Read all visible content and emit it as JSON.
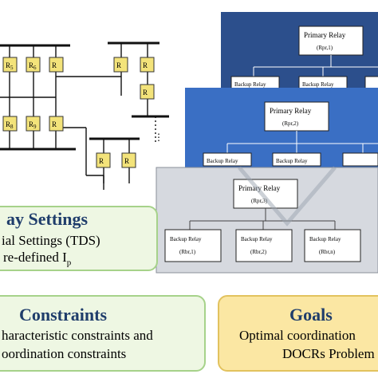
{
  "network": {
    "relays": [
      "R",
      "R",
      "R",
      "R",
      "R",
      "R",
      "R",
      "R",
      "R",
      "R",
      "R"
    ],
    "relay_subscripts": [
      "5",
      "6",
      "",
      "",
      "",
      "",
      "8",
      "9",
      "",
      "",
      ""
    ],
    "dots": "⋮"
  },
  "panels": {
    "primary_label": "Primary Relay",
    "primary_sub": "(Rpr,1)",
    "primary_sub2": "(Rpr,2)",
    "primary_sub3": "(Rpr,3)",
    "backup_label": "Backup Relay",
    "backup_subs": [
      "(Rbr,1)",
      "(Rbr,2)",
      "(Rbr,n)"
    ]
  },
  "settings_card": {
    "title": "ay Settings",
    "line1": "ial Settings (TDS)",
    "line2": "re-defined I",
    "line2_sub": "p"
  },
  "constraints_card": {
    "title": "Constraints",
    "line1": "haracteristic constraints and",
    "line2": "oordination constraints"
  },
  "goals_card": {
    "title": "Goals",
    "line1": "Optimal coordination",
    "line2": "DOCRs Problem"
  }
}
